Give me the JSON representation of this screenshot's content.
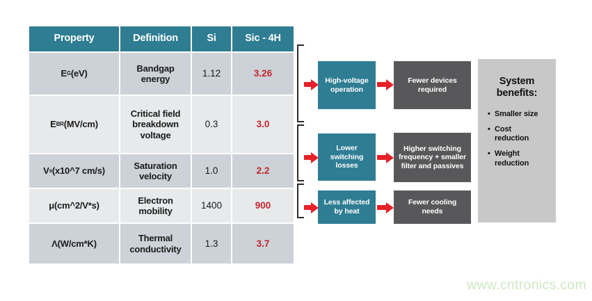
{
  "table": {
    "headers": [
      "Property",
      "Definition",
      "Si",
      "Sic - 4H"
    ],
    "rows": [
      {
        "symbol": "E",
        "sub": "G",
        "unit": " (eV)",
        "definition": "Bandgap energy",
        "si": "1.12",
        "sic": "3.26"
      },
      {
        "symbol": "E",
        "sub": "BR",
        "unit": " (MV/cm)",
        "definition": "Critical field breakdown voltage",
        "si": "0.3",
        "sic": "3.0"
      },
      {
        "symbol": "V",
        "sub": "s",
        "unit": " (x10^7 cm/s)",
        "definition": "Saturation velocity",
        "si": "1.0",
        "sic": "2.2"
      },
      {
        "symbol": "μ",
        "sub": "",
        "unit": " (cm^2/V*s)",
        "definition": "Electron mobility",
        "si": "1400",
        "sic": "900"
      },
      {
        "symbol": "Λ",
        "sub": "",
        "unit": " (W/cm*K)",
        "definition": "Thermal conductivity",
        "si": "1.3",
        "sic": "3.7"
      }
    ]
  },
  "flows": [
    {
      "cause": "High-voltage operation",
      "effect": "Fewer devices required"
    },
    {
      "cause": "Lower switching losses",
      "effect": "Higher switching frequency + smaller filter and passives"
    },
    {
      "cause": "Less affected by heat",
      "effect": "Fewer cooling needs"
    }
  ],
  "benefits": {
    "title": "System benefits:",
    "items": [
      "Smaller size",
      "Cost reduction",
      "Weight reduction"
    ]
  },
  "watermark": "www.cntronics.com",
  "colors": {
    "teal": "#2E7D93",
    "effect_gray": "#58585A",
    "panel_gray": "#C8C8C8",
    "red_value": "#C1272D",
    "red_arrow": "#E62129",
    "row_dark": "#CCD2D8",
    "row_light": "#E7E9EB",
    "bracket": "#2B2B2B",
    "watermark_green": "#CDE8C2"
  }
}
